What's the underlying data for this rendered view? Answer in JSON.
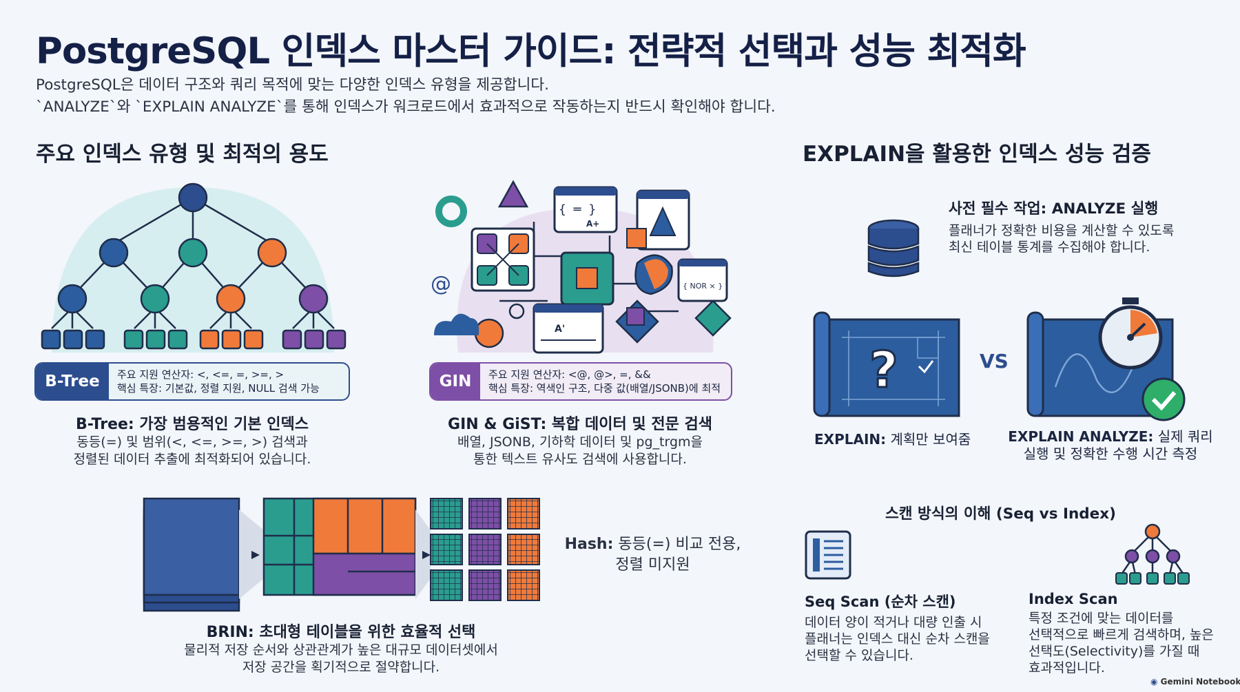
{
  "header": {
    "title": "PostgreSQL 인덱스 마스터 가이드: 전략적 선택과 성능 최적화",
    "intro_line1": "PostgreSQL은 데이터 구조와 쿼리 목적에 맞는 다양한 인덱스 유형을 제공합니다.",
    "intro_line2": "`ANALYZE`와 `EXPLAIN ANALYZE`를 통해 인덱스가 워크로드에서 효과적으로 작동하는지 반드시 확인해야 합니다."
  },
  "left_section": {
    "heading": "주요 인덱스 유형 및 최적의 용도",
    "btree": {
      "tag": "B-Tree",
      "ops": "주요 지원 연산자: <, <=, =, >=, >",
      "feature": "핵심 특장: 기본값, 정렬 지원, NULL 검색 가능",
      "title": "B-Tree: 가장 범용적인 기본 인덱스",
      "desc1": "동등(=) 및 범위(<, <=, >=, >) 검색과",
      "desc2": "정렬된 데이터 추출에 최적화되어 있습니다."
    },
    "gin": {
      "tag": "GIN",
      "ops": "주요 지원 연산자: <@, @>, =, &&",
      "feature": "핵심 특장: 역색인 구조, 다중 값(배열/JSONB)에 최적",
      "title": "GIN & GiST: 복합 데이터 및 전문 검색",
      "desc1": "배열, JSONB, 기하학 데이터 및 pg_trgm을",
      "desc2": "통한 텍스트 유사도 검색에 사용합니다.",
      "icon_text1": "A+",
      "icon_text2": "A'",
      "icon_text3": "{ NOR × }"
    },
    "brin": {
      "title": "BRIN: 초대형 테이블을 위한 효율적 선택",
      "desc1": "물리적 저장 순서와 상관관계가 높은 대규모 데이터셋에서",
      "desc2": "저장 공간을 획기적으로 절약합니다."
    },
    "hash": {
      "label": "Hash:",
      "line1": "동등(=) 비교 전용,",
      "line2": "정렬 미지원"
    }
  },
  "right_section": {
    "heading": "EXPLAIN을 활용한 인덱스 성능 검증",
    "analyze": {
      "title": "사전 필수 작업: ANALYZE 실행",
      "line1": "플래너가 정확한 비용을 계산할 수 있도록",
      "line2": "최신 테이블 통계를 수집해야 합니다."
    },
    "explain": {
      "label_bold": "EXPLAIN:",
      "label_rest": "계획만 보여줌"
    },
    "vs": "VS",
    "explain_analyze": {
      "label_bold": "EXPLAIN ANALYZE:",
      "label_rest": "실제 쿼리",
      "line2": "실행 및 정확한 수행 시간 측정"
    },
    "scan_heading": "스캔 방식의 이해 (Seq vs Index)",
    "seq": {
      "title": "Seq Scan (순차 스캔)",
      "line1": "데이터 양이 적거나 대량 인출 시",
      "line2": "플래너는 인덱스 대신 순차 스캔을",
      "line3": "선택할 수 있습니다."
    },
    "index": {
      "title": "Index Scan",
      "line1": "특정 조건에 맞는 데이터를",
      "line2": "선택적으로 빠르게 검색하며, 높은",
      "line3": "선택도(Selectivity)를 가질 때",
      "line4": "효과적입니다."
    }
  },
  "footer": {
    "brand": "Gemini Notebook"
  },
  "colors": {
    "navy": "#2c4d8e",
    "teal": "#2a9d8f",
    "orange": "#f07a3a",
    "purple": "#7d4fa6",
    "green": "#2fae6a"
  }
}
